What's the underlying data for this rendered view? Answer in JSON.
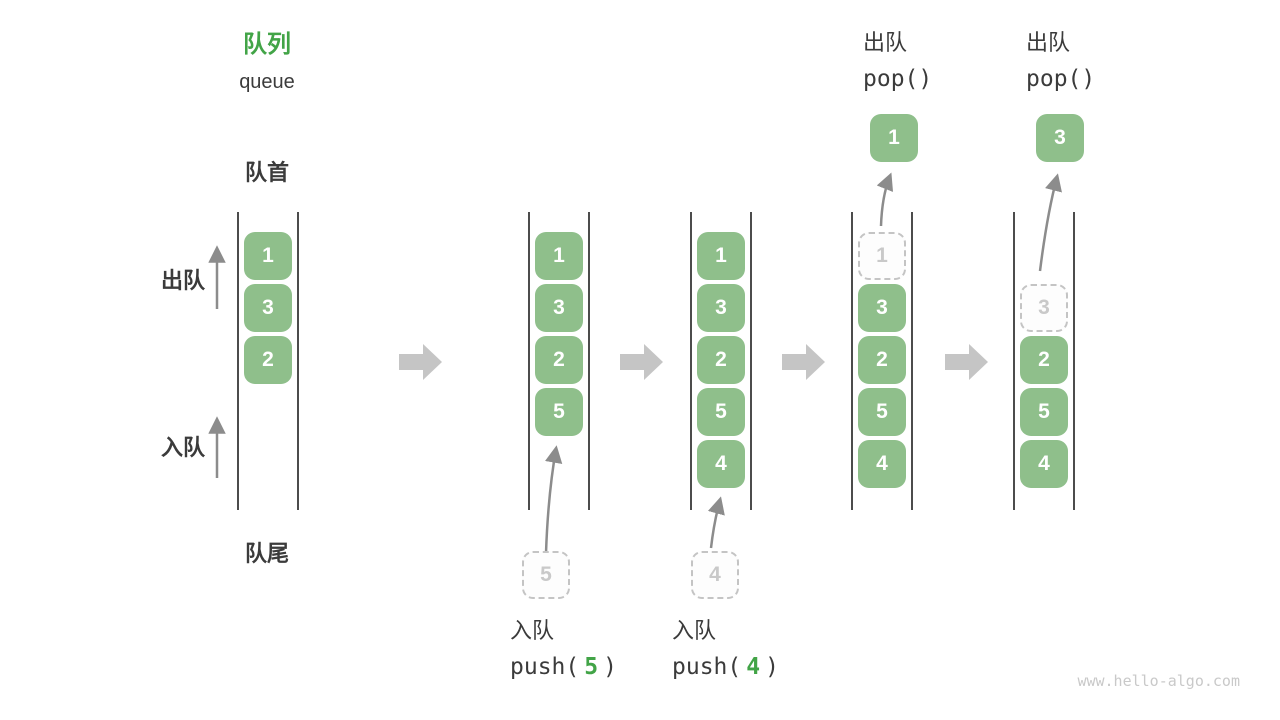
{
  "page": {
    "footer": "www.hello-algo.com"
  },
  "colors": {
    "accent_green": "#42a447",
    "cell_green": "#8fbf8b",
    "cell_text": "#ffffff",
    "dashed_border": "#c4c4c4",
    "dashed_text": "#c9c9c9",
    "line_dark": "#4c4c4c",
    "arrow_dark": "#8c8c8c",
    "arrow_light": "#c5c5c5",
    "text_dark": "#3b3b3b",
    "footer_gray": "#c9c9c9"
  },
  "legend": {
    "title": "队列",
    "subtitle": "queue",
    "front_label": "队首",
    "rear_label": "队尾",
    "dequeue_label": "出队",
    "enqueue_label": "入队"
  },
  "operations": {
    "push5": {
      "label": "入队",
      "code_prefix": "push(",
      "code_value": "5",
      "code_suffix": ")"
    },
    "push4": {
      "label": "入队",
      "code_prefix": "push(",
      "code_value": "4",
      "code_suffix": ")"
    },
    "pop1": {
      "label": "出队",
      "code": "pop()"
    },
    "pop2": {
      "label": "出队",
      "code": "pop()"
    }
  },
  "stages": [
    {
      "name": "initial",
      "cells": [
        {
          "slot": 0,
          "value": "1",
          "style": "green"
        },
        {
          "slot": 1,
          "value": "3",
          "style": "green"
        },
        {
          "slot": 2,
          "value": "2",
          "style": "green"
        }
      ]
    },
    {
      "name": "after-push-5",
      "incoming": "5",
      "cells": [
        {
          "slot": 0,
          "value": "1",
          "style": "green"
        },
        {
          "slot": 1,
          "value": "3",
          "style": "green"
        },
        {
          "slot": 2,
          "value": "2",
          "style": "green"
        },
        {
          "slot": 3,
          "value": "5",
          "style": "green"
        }
      ]
    },
    {
      "name": "after-push-4",
      "incoming": "4",
      "cells": [
        {
          "slot": 0,
          "value": "1",
          "style": "green"
        },
        {
          "slot": 1,
          "value": "3",
          "style": "green"
        },
        {
          "slot": 2,
          "value": "2",
          "style": "green"
        },
        {
          "slot": 3,
          "value": "5",
          "style": "green"
        },
        {
          "slot": 4,
          "value": "4",
          "style": "green"
        }
      ]
    },
    {
      "name": "after-pop-1",
      "popped": "1",
      "cells": [
        {
          "slot": 0,
          "value": "1",
          "style": "dashed"
        },
        {
          "slot": 1,
          "value": "3",
          "style": "green"
        },
        {
          "slot": 2,
          "value": "2",
          "style": "green"
        },
        {
          "slot": 3,
          "value": "5",
          "style": "green"
        },
        {
          "slot": 4,
          "value": "4",
          "style": "green"
        }
      ]
    },
    {
      "name": "after-pop-3",
      "popped": "3",
      "cells": [
        {
          "slot": 1,
          "value": "3",
          "style": "dashed"
        },
        {
          "slot": 2,
          "value": "2",
          "style": "green"
        },
        {
          "slot": 3,
          "value": "5",
          "style": "green"
        },
        {
          "slot": 4,
          "value": "4",
          "style": "green"
        }
      ]
    }
  ]
}
